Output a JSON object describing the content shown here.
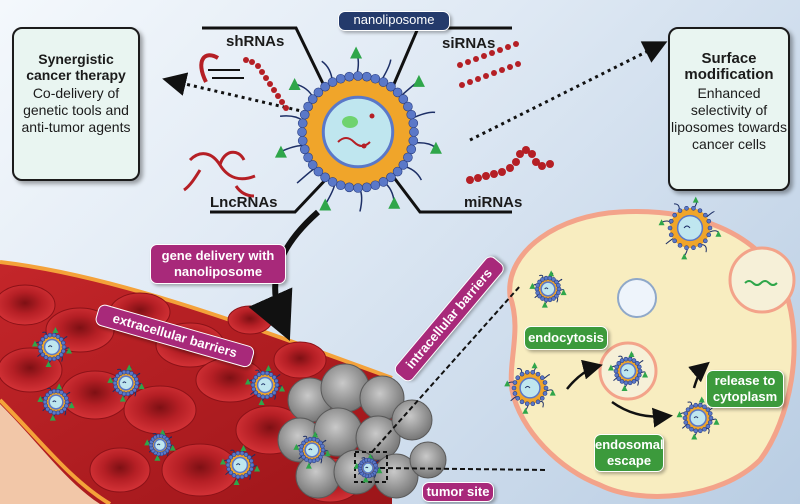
{
  "left_box": {
    "title": "Synergistic cancer therapy",
    "body": "Co-delivery of genetic tools and anti-tumor agents"
  },
  "right_box": {
    "title": "Surface modification",
    "body": "Enhanced selectivity of liposomes towards cancer cells"
  },
  "center_label": "nanoliposome",
  "rna_labels": {
    "shrnas": "shRNAs",
    "sirnas": "siRNAs",
    "lncrnas": "LncRNAs",
    "mirnas": "miRNAs"
  },
  "gene_delivery": "gene delivery with nanoliposome",
  "extracellular": "extracellular barriers",
  "intracellular": "intracellular barriers",
  "endocytosis": "endocytosis",
  "endosomal_escape": "endosomal escape",
  "release": "release to cytoplasm",
  "tumor_site": "tumor site",
  "colors": {
    "pill_magenta": "#a8297a",
    "pill_navy": "#243a6b",
    "pill_green": "#3c9a3c",
    "lipid_orange": "#f0a52a",
    "lipid_head_blue": "#5a78c8",
    "blood_red": "#b51f25",
    "cell_cream": "#f8edc0",
    "ligand_green": "#2fa64a"
  }
}
